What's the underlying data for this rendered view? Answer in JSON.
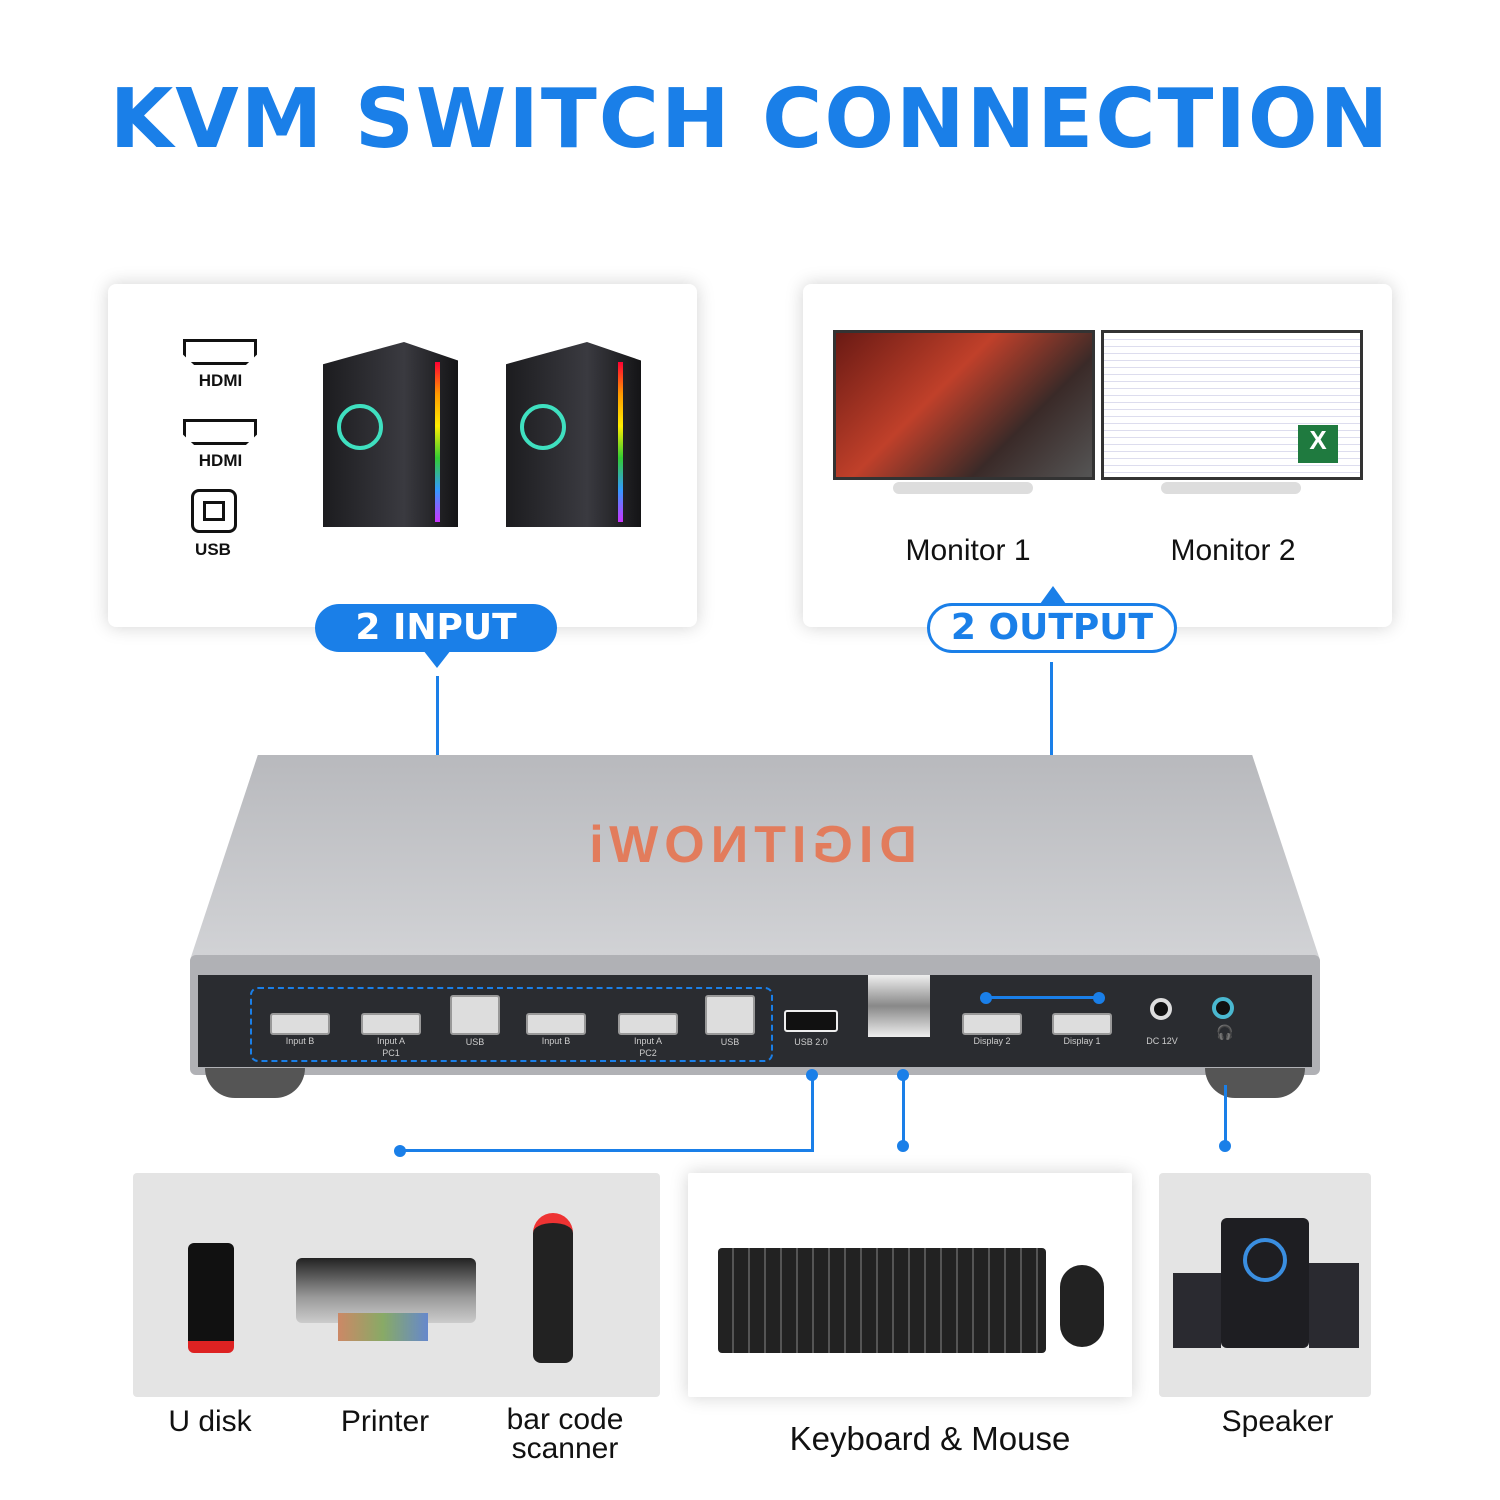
{
  "title": "KVM SWITCH CONNECTION",
  "input_panel": {
    "badge": "2 INPUT",
    "ports": [
      {
        "icon": "hdmi-icon",
        "label": "HDMI"
      },
      {
        "icon": "hdmi-icon",
        "label": "HDMI"
      },
      {
        "icon": "usb-b-icon",
        "label": "USB"
      }
    ]
  },
  "output_panel": {
    "badge": "2 OUTPUT",
    "monitors": [
      "Monitor 1",
      "Monitor 2"
    ]
  },
  "device": {
    "brand": "DIGITNOWi",
    "ports": [
      "Input B",
      "Input A",
      "USB",
      "Input B",
      "Input A",
      "USB",
      "USB 2.0",
      "Display 2",
      "Display 1",
      "DC 12V"
    ],
    "groups": [
      "PC1",
      "PC2"
    ]
  },
  "peripherals": [
    "U disk",
    "Printer",
    "bar code scanner",
    "Keyboard & Mouse",
    "Speaker"
  ],
  "colors": {
    "accent": "#1a7fe8",
    "device_body": "#c4c5c9",
    "device_front": "#2a2c30"
  }
}
